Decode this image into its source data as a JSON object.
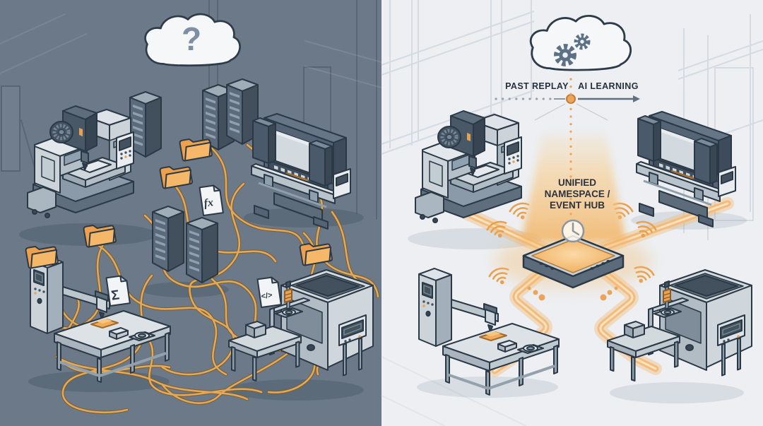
{
  "left_scene": {
    "name": "chaotic factory floor (before)",
    "cloud_symbol": "?",
    "doc_icons": {
      "fx": "fx",
      "sigma": "Σ",
      "code": "</>"
    },
    "icons": [
      "question-cloud",
      "folder",
      "document-fx",
      "document-sigma",
      "document-code",
      "server-rack",
      "tangled-cables"
    ]
  },
  "right_scene": {
    "name": "unified factory floor (after)",
    "timeline": {
      "past": "PAST REPLAY",
      "future": "AI LEARNING"
    },
    "hub_label": "UNIFIED NAMESPACE / EVENT HUB",
    "icons": [
      "gears-cloud",
      "clock",
      "wifi-signal",
      "hub-platform",
      "data-path"
    ]
  },
  "colors": {
    "left_bg": "#6b7989",
    "right_bg": "#edeff2",
    "cable": "#e0a95c",
    "cable_outline": "#7c5c2e",
    "data_path": "#f2bc7f",
    "accent_orange": "#eda24f",
    "folder": "#eda14c",
    "machine_light": "#cfd6dc",
    "machine_dark": "#4e5e6f",
    "outline": "#2b3947",
    "text": "#27313d"
  }
}
